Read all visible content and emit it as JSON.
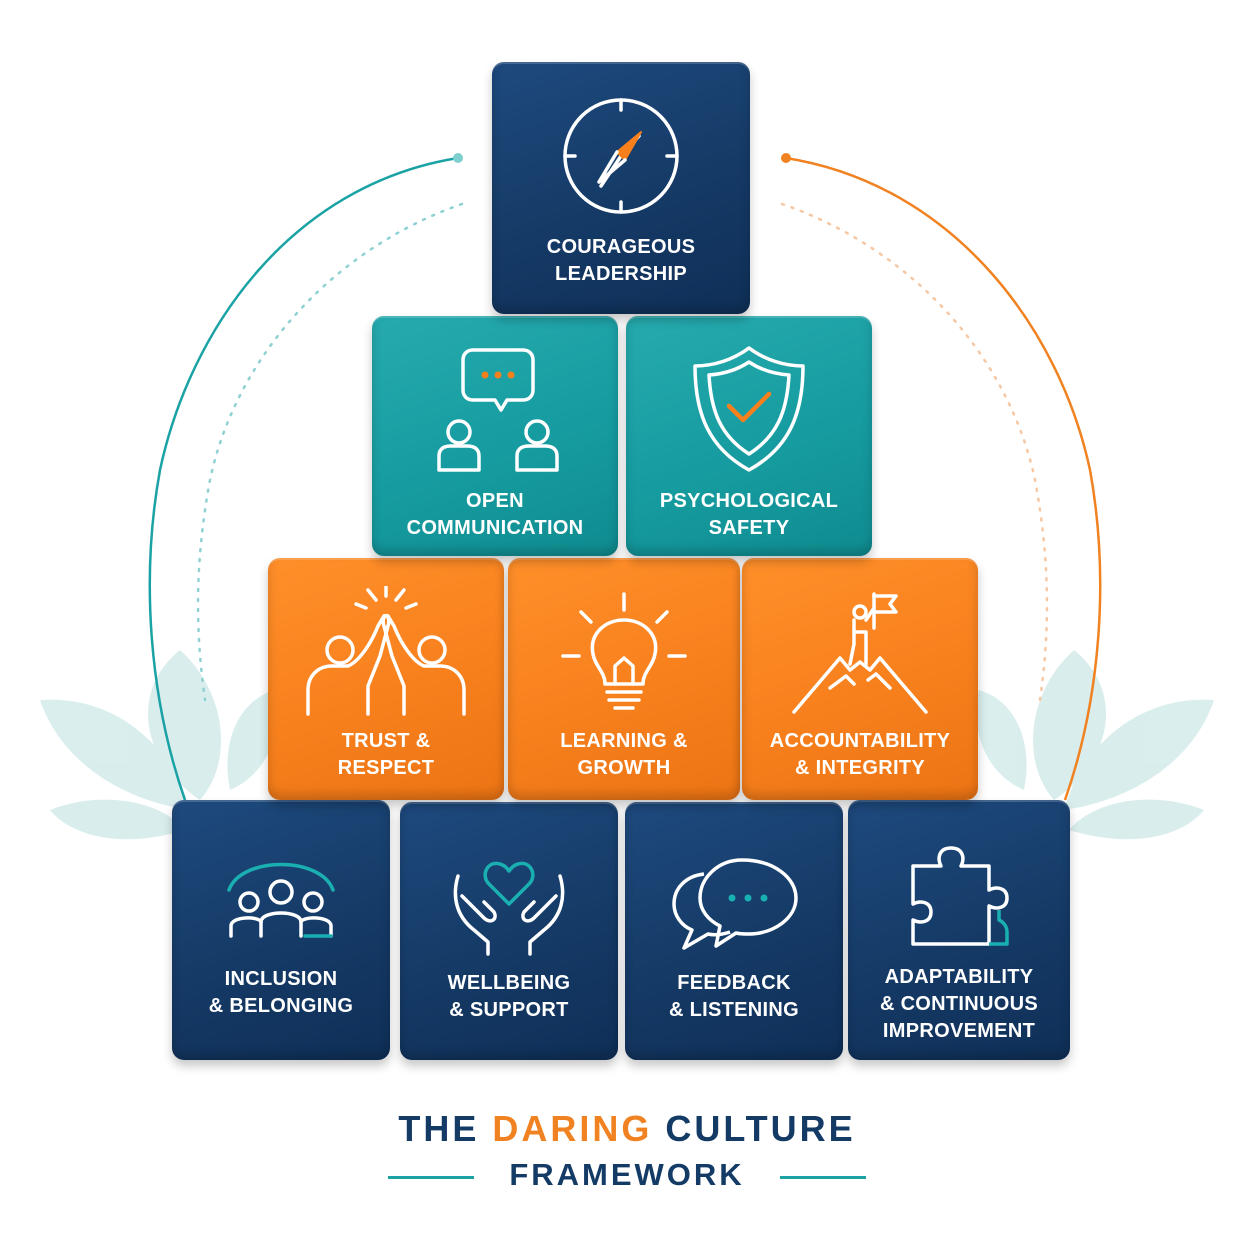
{
  "colors": {
    "navy": "#153a66",
    "teal": "#169ca0",
    "orange": "#f7801d",
    "title_text": "#143a66",
    "title_accent": "#f08221"
  },
  "title": {
    "part1": "THE ",
    "accent": "DARING",
    "part2": " CULTURE",
    "subtitle": "FRAMEWORK"
  },
  "blocks": {
    "courageous_leadership": {
      "line1": "COURAGEOUS",
      "line2": "LEADERSHIP",
      "icon": "compass-icon"
    },
    "open_communication": {
      "line1": "OPEN",
      "line2": "COMMUNICATION",
      "icon": "people-chat-icon"
    },
    "psychological_safety": {
      "line1": "PSYCHOLOGICAL",
      "line2": "SAFETY",
      "icon": "shield-check-icon"
    },
    "trust_respect": {
      "line1": "TRUST &",
      "line2": "RESPECT",
      "icon": "high-five-icon"
    },
    "learning_growth": {
      "line1": "LEARNING &",
      "line2": "GROWTH",
      "icon": "lightbulb-icon"
    },
    "accountability_integrity": {
      "line1": "ACCOUNTABILITY",
      "line2": "& INTEGRITY",
      "icon": "summit-flag-icon"
    },
    "inclusion_belonging": {
      "line1": "INCLUSION",
      "line2": "& BELONGING",
      "icon": "group-icon"
    },
    "wellbeing_support": {
      "line1": "WELLBEING",
      "line2": "& SUPPORT",
      "icon": "hands-heart-icon"
    },
    "feedback_listening": {
      "line1": "FEEDBACK",
      "line2": "& LISTENING",
      "icon": "speech-bubbles-icon"
    },
    "adaptability": {
      "line1": "ADAPTABILITY",
      "line2": "& CONTINUOUS",
      "line3": "IMPROVEMENT",
      "icon": "puzzle-piece-icon"
    }
  }
}
